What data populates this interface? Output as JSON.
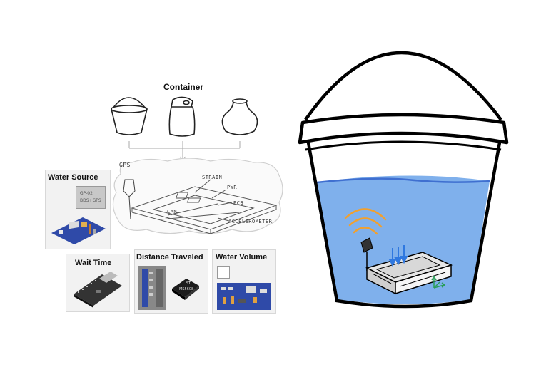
{
  "container": {
    "title": "Container"
  },
  "sketch": {
    "gps": "GPS",
    "strain": "STRAIN",
    "pwr": "PWR",
    "pcb": "PCB",
    "can": "CAN",
    "accelerometer": "ACCELEROMETER"
  },
  "panels": {
    "water_source": {
      "title": "Water Source",
      "chip_line1": "GP-02",
      "chip_line2": "BDS+GPS"
    },
    "wait_time": {
      "title": "Wait Time"
    },
    "distance_traveled": {
      "title": "Distance Traveled",
      "chip_text": "MS5608"
    },
    "water_volume": {
      "title": "Water Volume"
    }
  },
  "colors": {
    "water": "#7fb0ec",
    "water_surface": "#3f6fd0",
    "signal": "#f0a030",
    "arrows": "#2f78e0",
    "axes": "#2a9d5a",
    "pcb_blue": "#2f4aa8"
  }
}
